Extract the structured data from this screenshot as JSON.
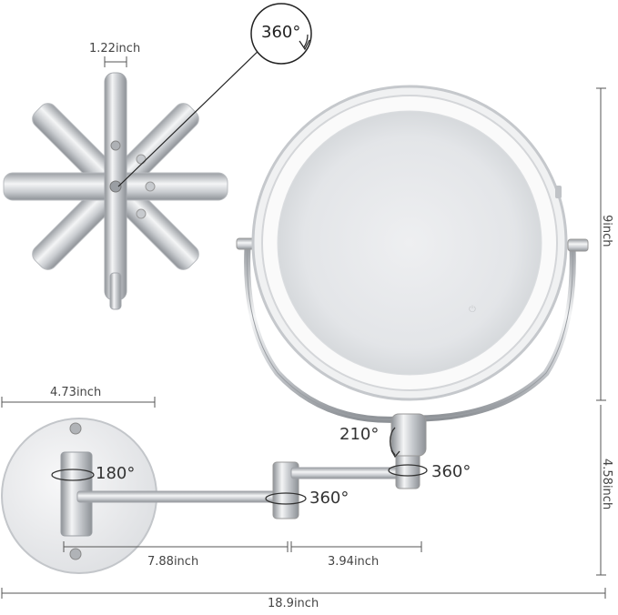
{
  "dimensions": {
    "thickness": "1.22inch",
    "mirror_height": "9inch",
    "arm_height": "4.58inch",
    "plate_width": "4.73inch",
    "arm_long": "7.88inch",
    "arm_short": "3.94inch",
    "total_length": "18.9inch"
  },
  "rotations": {
    "mirror_spin": "360°",
    "mirror_tilt": "210°",
    "base_swivel": "180°",
    "middle_joint": "360°",
    "top_joint": "360°"
  },
  "colors": {
    "chrome_light": "#eef0f2",
    "chrome_mid": "#c9ccd0",
    "chrome_dark": "#8d9196",
    "mirror_face": "#e7e8ea",
    "led_ring": "#f7f7f7",
    "dimension_line": "#555555"
  }
}
